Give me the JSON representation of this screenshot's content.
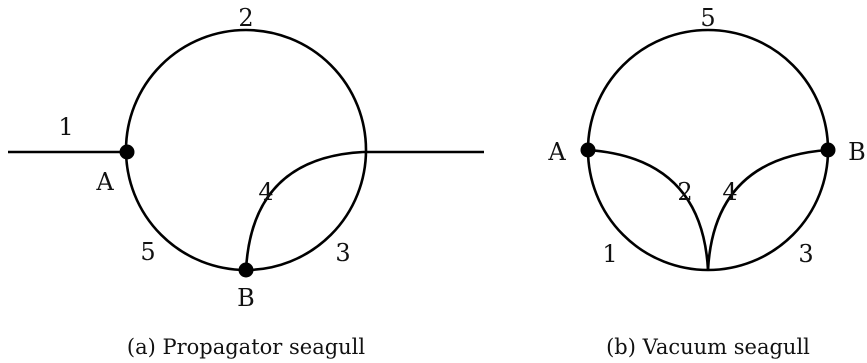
{
  "figure_a": {
    "caption": "(a) Propagator seagull",
    "vertex_a": "A",
    "vertex_b": "B",
    "line_labels": {
      "l1": "1",
      "l2": "2",
      "l3": "3",
      "l4": "4",
      "l5": "5"
    }
  },
  "figure_b": {
    "caption": "(b) Vacuum seagull",
    "vertex_a": "A",
    "vertex_b": "B",
    "line_labels": {
      "l1": "1",
      "l2": "2",
      "l3": "3",
      "l4": "4",
      "l5": "5"
    }
  }
}
